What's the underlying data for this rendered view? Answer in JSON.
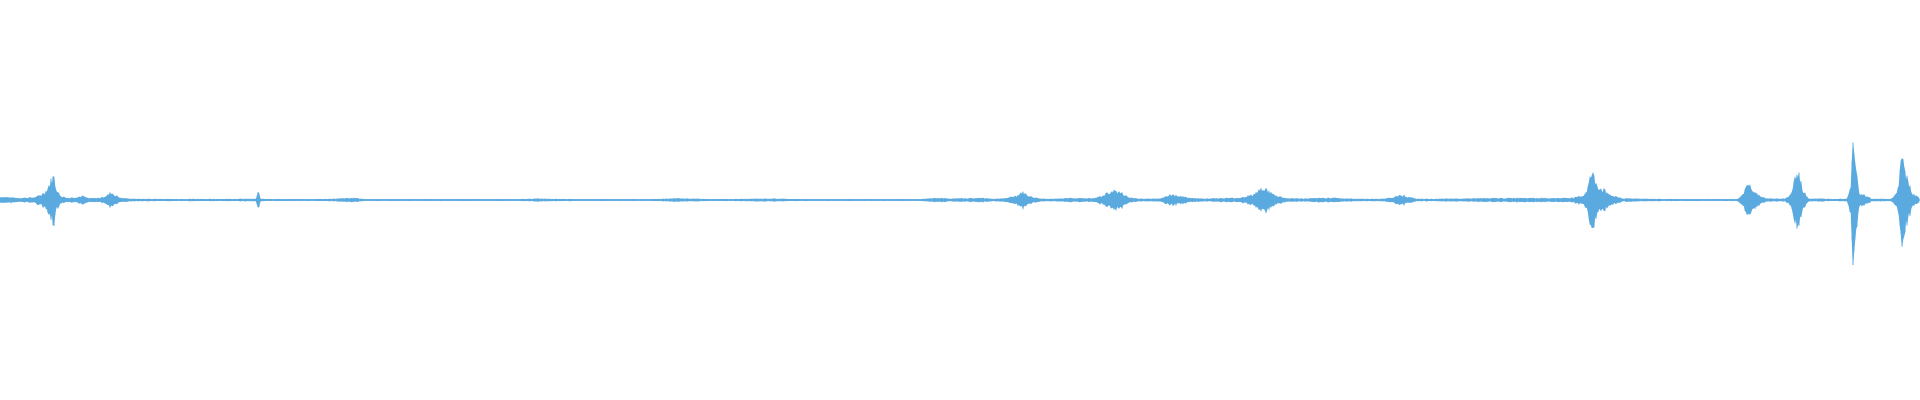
{
  "waveform": {
    "color": "#5aaae0",
    "background": "#ffffff",
    "peaks": [
      [
        0.0,
        0.02
      ],
      [
        0.003,
        0.018
      ],
      [
        0.006,
        0.015
      ],
      [
        0.01,
        0.012
      ],
      [
        0.014,
        0.014
      ],
      [
        0.018,
        0.016
      ],
      [
        0.021,
        0.03
      ],
      [
        0.024,
        0.06
      ],
      [
        0.026,
        0.11
      ],
      [
        0.028,
        0.16
      ],
      [
        0.029,
        0.09
      ],
      [
        0.031,
        0.03
      ],
      [
        0.035,
        0.012
      ],
      [
        0.04,
        0.018
      ],
      [
        0.043,
        0.025
      ],
      [
        0.046,
        0.01
      ],
      [
        0.052,
        0.012
      ],
      [
        0.056,
        0.03
      ],
      [
        0.058,
        0.05
      ],
      [
        0.06,
        0.03
      ],
      [
        0.063,
        0.012
      ],
      [
        0.07,
        0.006
      ],
      [
        0.08,
        0.006
      ],
      [
        0.09,
        0.005
      ],
      [
        0.1,
        0.006
      ],
      [
        0.11,
        0.005
      ],
      [
        0.12,
        0.006
      ],
      [
        0.1335,
        0.006
      ],
      [
        0.1345,
        0.06
      ],
      [
        0.1355,
        0.006
      ],
      [
        0.15,
        0.004
      ],
      [
        0.17,
        0.005
      ],
      [
        0.185,
        0.012
      ],
      [
        0.19,
        0.004
      ],
      [
        0.21,
        0.004
      ],
      [
        0.23,
        0.004
      ],
      [
        0.25,
        0.004
      ],
      [
        0.27,
        0.004
      ],
      [
        0.281,
        0.008
      ],
      [
        0.3,
        0.004
      ],
      [
        0.32,
        0.004
      ],
      [
        0.34,
        0.004
      ],
      [
        0.352,
        0.01
      ],
      [
        0.37,
        0.004
      ],
      [
        0.39,
        0.006
      ],
      [
        0.4,
        0.008
      ],
      [
        0.42,
        0.004
      ],
      [
        0.44,
        0.004
      ],
      [
        0.46,
        0.004
      ],
      [
        0.48,
        0.004
      ],
      [
        0.488,
        0.012
      ],
      [
        0.495,
        0.008
      ],
      [
        0.505,
        0.01
      ],
      [
        0.512,
        0.012
      ],
      [
        0.518,
        0.006
      ],
      [
        0.525,
        0.012
      ],
      [
        0.53,
        0.03
      ],
      [
        0.532,
        0.05
      ],
      [
        0.534,
        0.04
      ],
      [
        0.537,
        0.02
      ],
      [
        0.542,
        0.008
      ],
      [
        0.55,
        0.006
      ],
      [
        0.558,
        0.012
      ],
      [
        0.564,
        0.01
      ],
      [
        0.57,
        0.01
      ],
      [
        0.575,
        0.03
      ],
      [
        0.578,
        0.055
      ],
      [
        0.581,
        0.06
      ],
      [
        0.584,
        0.045
      ],
      [
        0.588,
        0.015
      ],
      [
        0.595,
        0.006
      ],
      [
        0.605,
        0.01
      ],
      [
        0.61,
        0.035
      ],
      [
        0.613,
        0.028
      ],
      [
        0.618,
        0.015
      ],
      [
        0.625,
        0.008
      ],
      [
        0.635,
        0.01
      ],
      [
        0.645,
        0.012
      ],
      [
        0.652,
        0.03
      ],
      [
        0.656,
        0.06
      ],
      [
        0.658,
        0.09
      ],
      [
        0.66,
        0.06
      ],
      [
        0.664,
        0.03
      ],
      [
        0.67,
        0.01
      ],
      [
        0.68,
        0.008
      ],
      [
        0.69,
        0.012
      ],
      [
        0.695,
        0.014
      ],
      [
        0.7,
        0.008
      ],
      [
        0.71,
        0.006
      ],
      [
        0.72,
        0.006
      ],
      [
        0.727,
        0.02
      ],
      [
        0.73,
        0.035
      ],
      [
        0.733,
        0.02
      ],
      [
        0.738,
        0.006
      ],
      [
        0.75,
        0.006
      ],
      [
        0.76,
        0.008
      ],
      [
        0.77,
        0.01
      ],
      [
        0.78,
        0.01
      ],
      [
        0.79,
        0.012
      ],
      [
        0.795,
        0.014
      ],
      [
        0.8,
        0.012
      ],
      [
        0.81,
        0.01
      ],
      [
        0.82,
        0.014
      ],
      [
        0.825,
        0.03
      ],
      [
        0.827,
        0.08
      ],
      [
        0.829,
        0.18
      ],
      [
        0.831,
        0.12
      ],
      [
        0.833,
        0.08
      ],
      [
        0.836,
        0.06
      ],
      [
        0.839,
        0.03
      ],
      [
        0.845,
        0.01
      ],
      [
        0.86,
        0.006
      ],
      [
        0.875,
        0.004
      ],
      [
        0.89,
        0.004
      ],
      [
        0.905,
        0.004
      ],
      [
        0.909,
        0.06
      ],
      [
        0.911,
        0.12
      ],
      [
        0.913,
        0.05
      ],
      [
        0.92,
        0.008
      ],
      [
        0.93,
        0.008
      ],
      [
        0.933,
        0.04
      ],
      [
        0.935,
        0.15
      ],
      [
        0.937,
        0.16
      ],
      [
        0.939,
        0.06
      ],
      [
        0.942,
        0.008
      ],
      [
        0.955,
        0.006
      ],
      [
        0.962,
        0.008
      ],
      [
        0.964,
        0.1
      ],
      [
        0.965,
        0.35
      ],
      [
        0.966,
        0.38
      ],
      [
        0.967,
        0.25
      ],
      [
        0.968,
        0.05
      ],
      [
        0.975,
        0.006
      ],
      [
        0.985,
        0.006
      ],
      [
        0.988,
        0.04
      ],
      [
        0.99,
        0.23
      ],
      [
        0.991,
        0.28
      ],
      [
        0.992,
        0.22
      ],
      [
        0.994,
        0.12
      ],
      [
        0.996,
        0.04
      ],
      [
        1.0,
        0.01
      ]
    ]
  }
}
